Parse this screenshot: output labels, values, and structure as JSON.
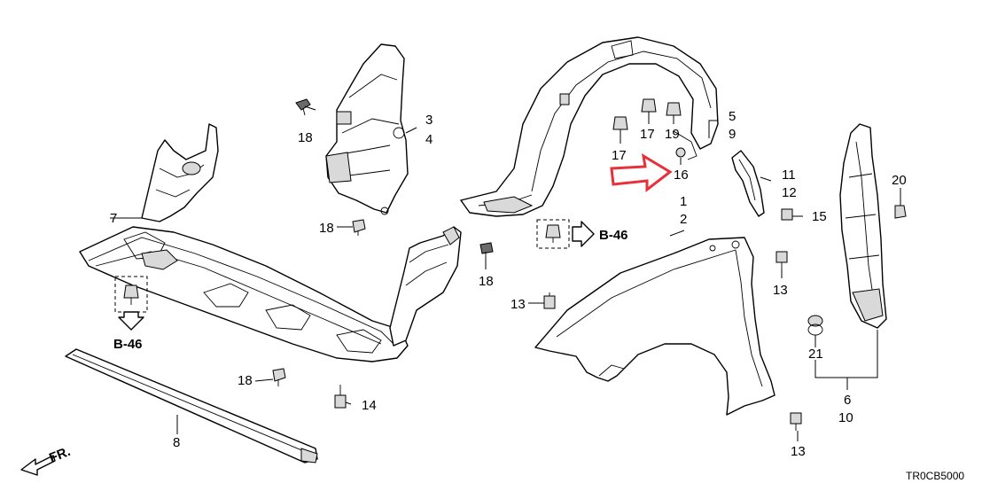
{
  "callouts": {
    "c1": "1",
    "c2": "2",
    "c3": "3",
    "c4": "4",
    "c5": "5",
    "c9": "9",
    "c6": "6",
    "c10": "10",
    "c7": "7",
    "c8": "8",
    "c11": "11",
    "c12": "12",
    "c13a": "13",
    "c13b": "13",
    "c13c": "13",
    "c14": "14",
    "c15": "15",
    "c16": "16",
    "c17a": "17",
    "c17b": "17",
    "c18a": "18",
    "c18b": "18",
    "c18c": "18",
    "c18d": "18",
    "c19": "19",
    "c20": "20",
    "c21": "21"
  },
  "references": {
    "ref_left": "B-46",
    "ref_right": "B-46"
  },
  "front_indicator": "FR.",
  "diagram_code": "TR0CB5000",
  "highlight_color": "#e8303a"
}
